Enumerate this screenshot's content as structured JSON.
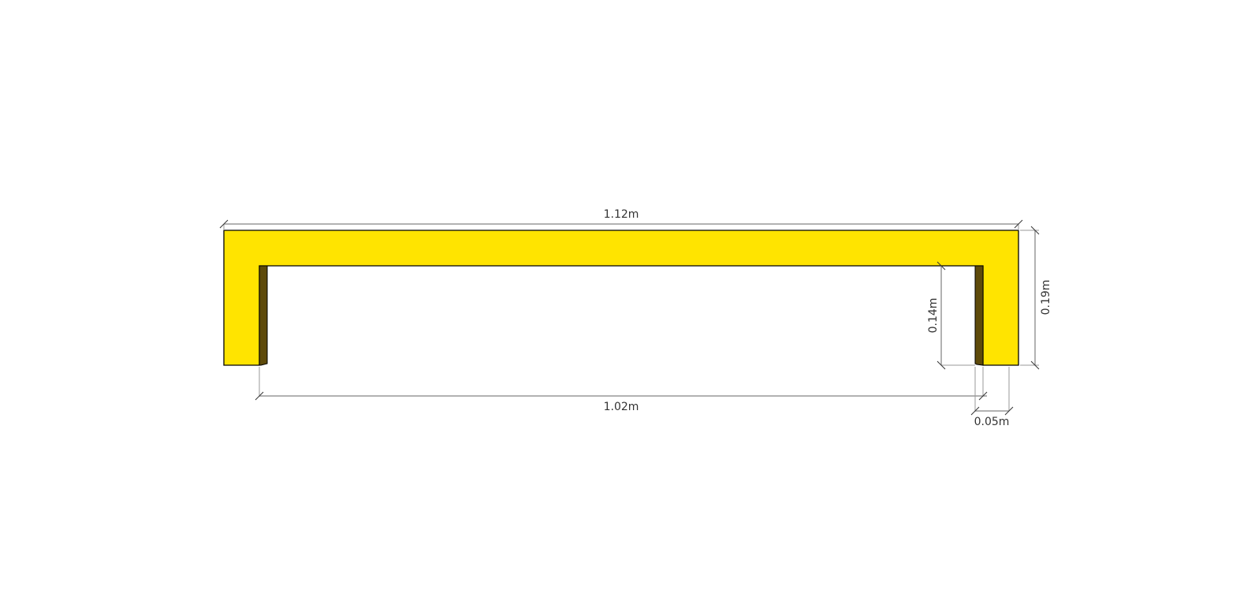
{
  "drawing": {
    "colors": {
      "background": "#ffffff",
      "face_fill": "#ffe400",
      "side_fill": "#5e4a0a",
      "outline": "#000000",
      "dim_line": "#999999",
      "tick": "#333333",
      "text": "#333333"
    },
    "dimensions": {
      "overall_width": "1.12m",
      "inner_width": "1.02m",
      "overall_height": "0.19m",
      "leg_height": "0.14m",
      "leg_width": "0.05m"
    }
  }
}
